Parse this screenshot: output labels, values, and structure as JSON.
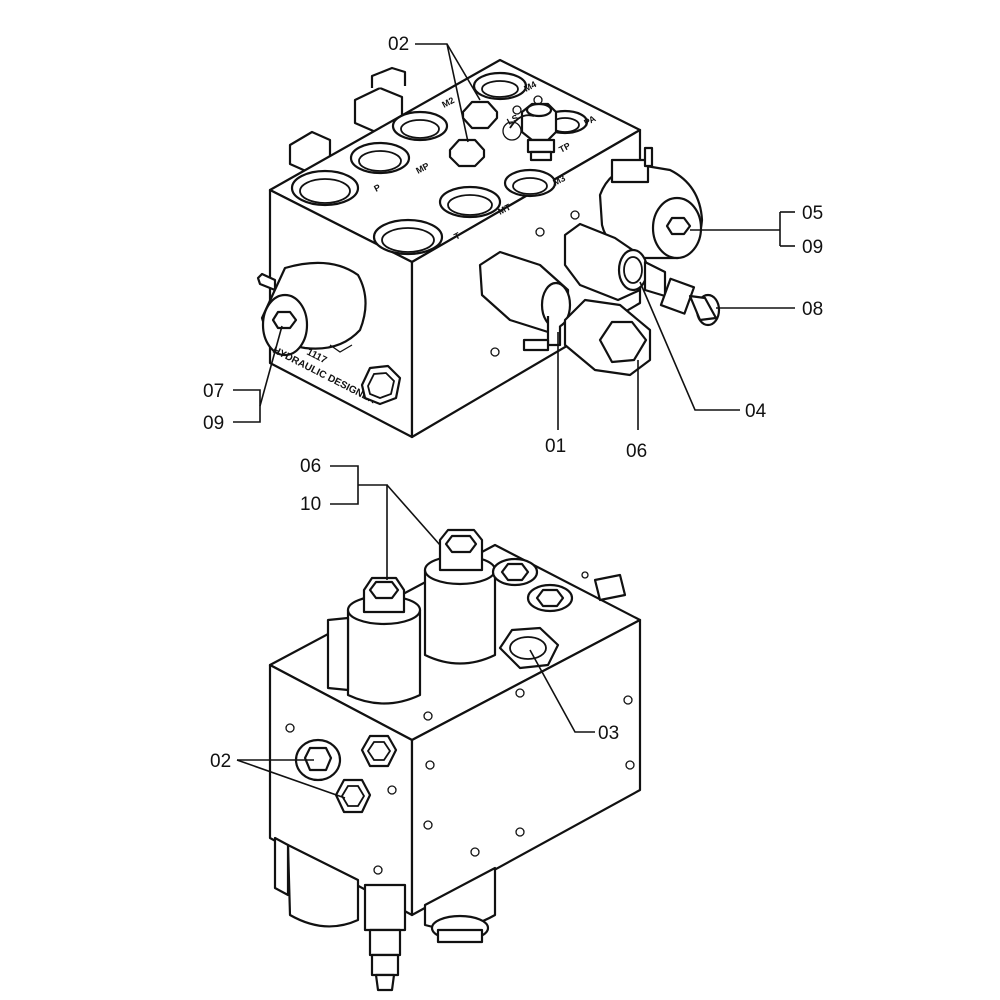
{
  "callouts": {
    "top_02": "02",
    "top_05": "05",
    "top_09a": "09",
    "top_08": "08",
    "top_04": "04",
    "top_07": "07",
    "top_09b": "09",
    "top_01": "01",
    "top_06": "06",
    "bot_06": "06",
    "bot_10": "10",
    "bot_03": "03",
    "bot_02": "02"
  },
  "ports": {
    "p": "P",
    "mp": "MP",
    "t": "T",
    "mt": "MT",
    "m2": "M2",
    "m3": "M3",
    "m4": "M4",
    "tp": "TP",
    "pa": "PA",
    "ls": "LS"
  },
  "marking": {
    "line1": "HYDRAULIC DESIGNER",
    "line2": "1117"
  }
}
